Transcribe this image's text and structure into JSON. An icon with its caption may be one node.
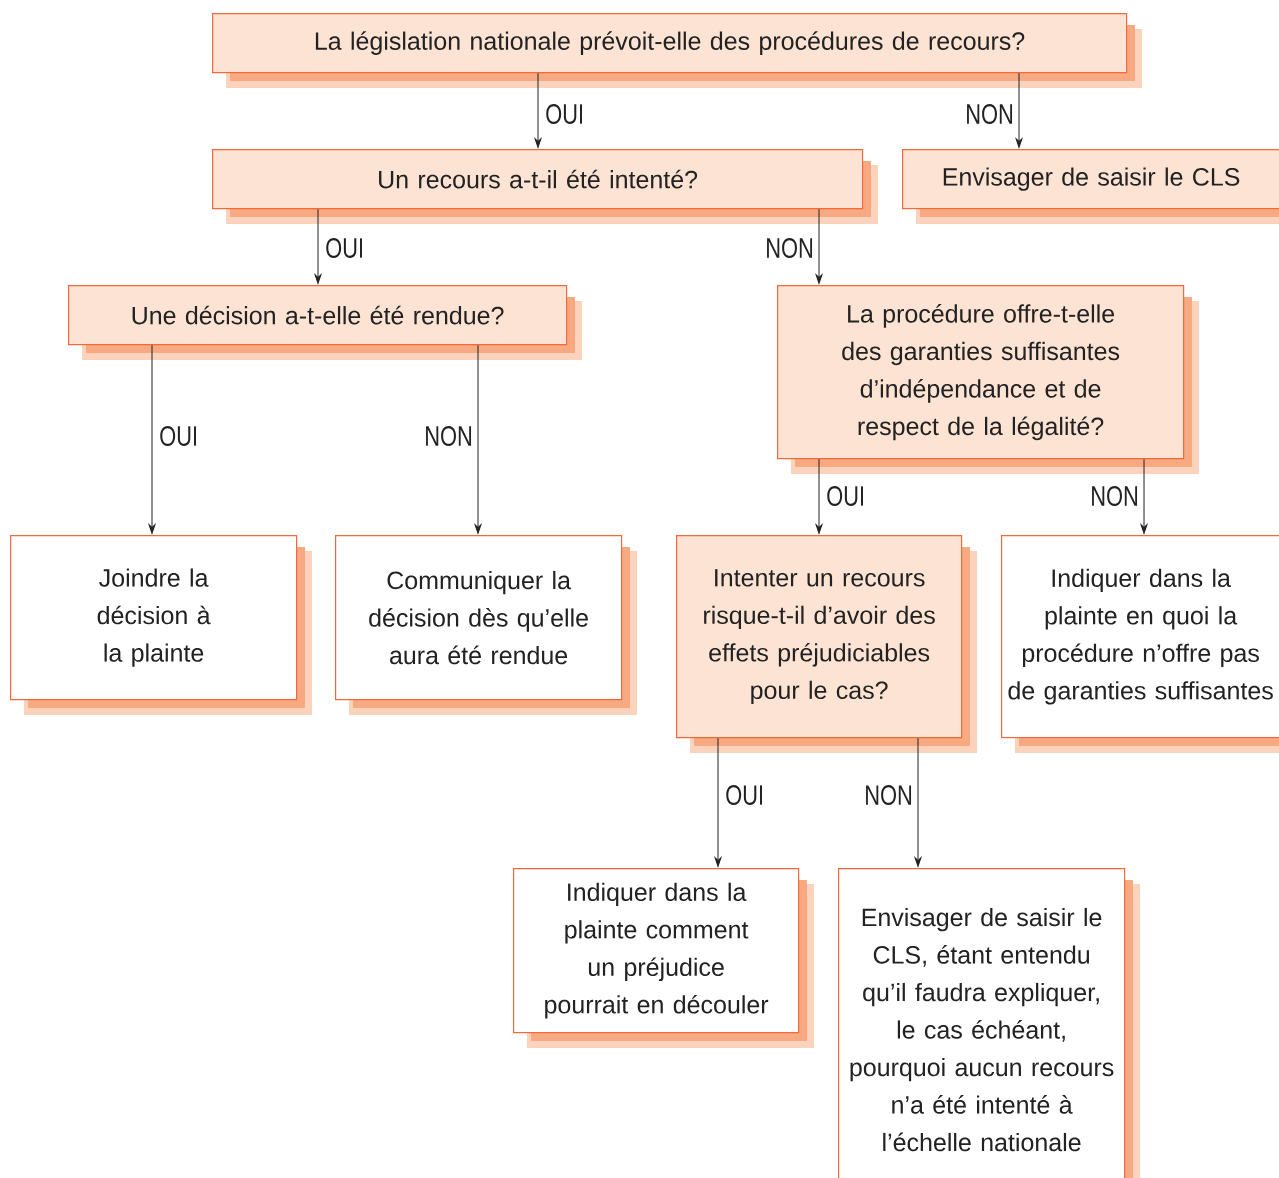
{
  "diagram": {
    "nodes": [
      {
        "text": [
          "La législation nationale prévoit-elle des procédures de recours?"
        ]
      },
      {
        "text": [
          "Un recours a-t-il été intenté?"
        ]
      },
      {
        "text": [
          "Envisager de saisir le CLS"
        ]
      },
      {
        "text": [
          "Une décision a-t-elle été rendue?"
        ]
      },
      {
        "text": [
          "La procédure offre-t-elle des garanties suffisantes d’indépendance et de respect de la légalité?"
        ]
      },
      {
        "text": [
          "Joindre la décision à la plainte"
        ]
      },
      {
        "text": [
          "Communiquer la décision dès qu’elle aura été rendue"
        ]
      },
      {
        "text": [
          "Intenter un recours risque-t-il d’avoir des effets préjudiciables pour le cas?"
        ]
      },
      {
        "text": [
          "Indiquer dans la plainte en quoi la procédure n’offre pas de garanties suffisantes"
        ]
      },
      {
        "text": [
          "Indiquer dans la plainte comment un préjudice pourrait en découler"
        ]
      },
      {
        "text": [
          "Envisager de saisir le CLS, étant entendu qu’il faudra expliquer, le cas échéant, pourquoi aucun recours n’a été intenté à l’échelle nationale"
        ]
      }
    ],
    "edges": [
      {
        "from": 0,
        "to": 1,
        "arrow": "to",
        "label": "OUI"
      },
      {
        "from": 0,
        "to": 2,
        "arrow": "to",
        "label": "NON"
      },
      {
        "from": 1,
        "to": 3,
        "arrow": "to",
        "label": "OUI"
      },
      {
        "from": 1,
        "to": 4,
        "arrow": "to",
        "label": "NON"
      },
      {
        "from": 3,
        "to": 5,
        "arrow": "to",
        "label": "OUI"
      },
      {
        "from": 3,
        "to": 6,
        "arrow": "to",
        "label": "NON"
      },
      {
        "from": 4,
        "to": 7,
        "arrow": "to",
        "label": "OUI"
      },
      {
        "from": 4,
        "to": 8,
        "arrow": "to",
        "label": "NON"
      },
      {
        "from": 7,
        "to": 9,
        "arrow": "to",
        "label": "OUI"
      },
      {
        "from": 7,
        "to": 10,
        "arrow": "to",
        "label": "NON"
      }
    ]
  }
}
